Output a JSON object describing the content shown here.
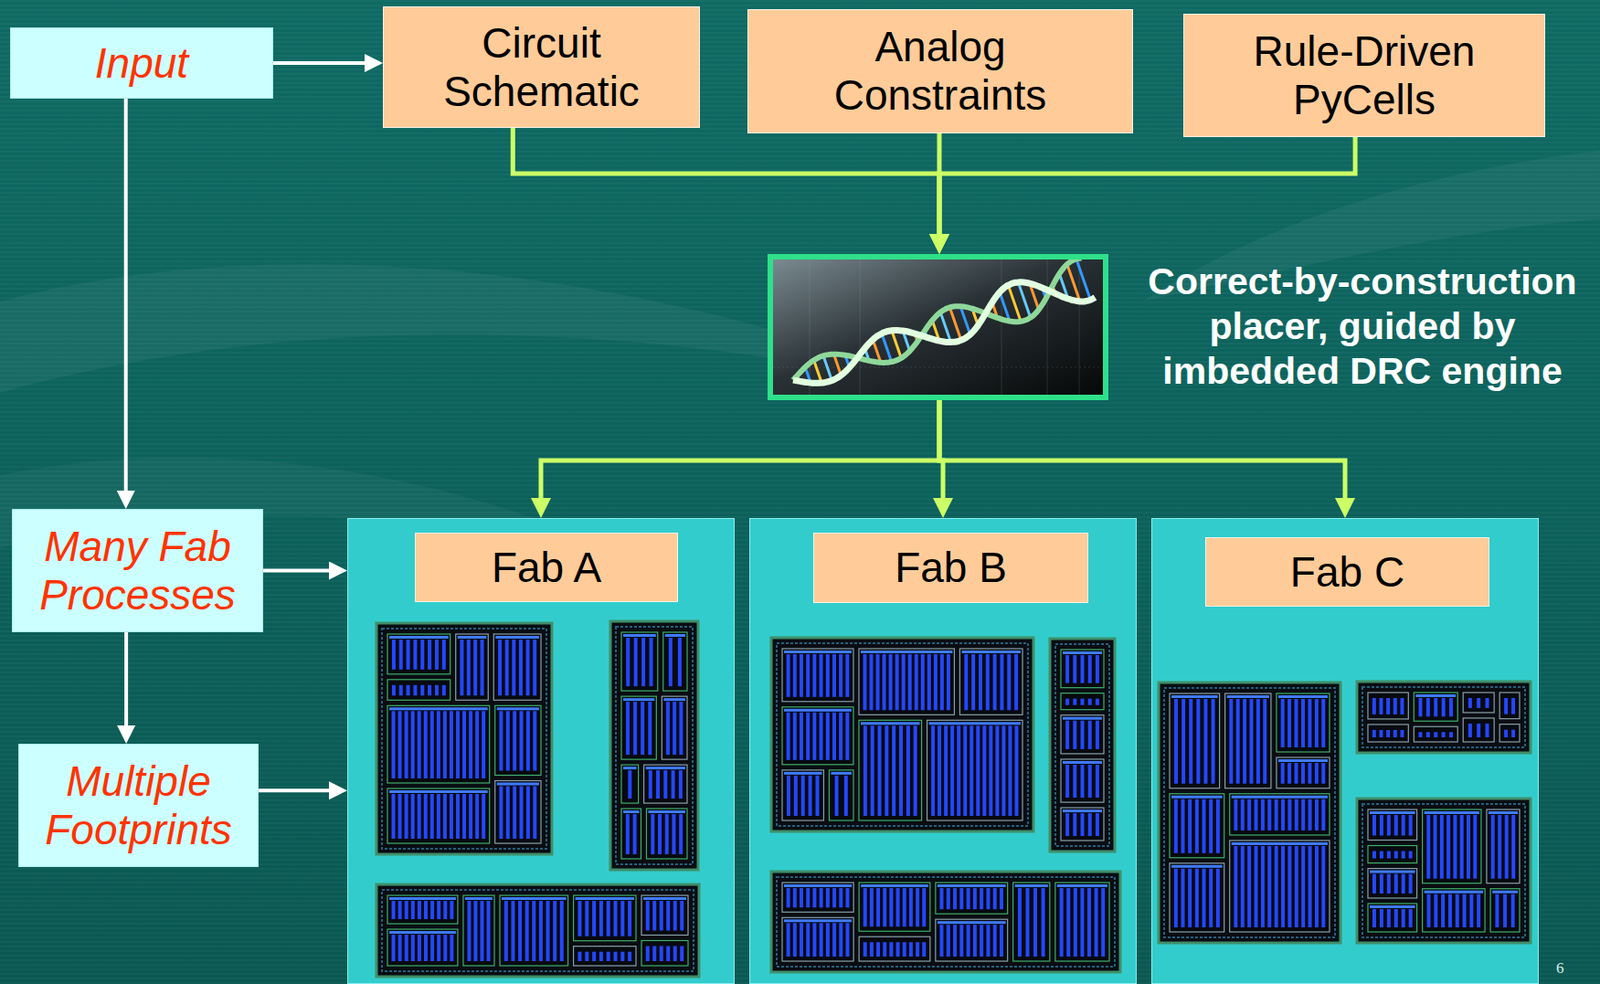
{
  "diagram": {
    "nodes": [
      {
        "text": [
          "Input"
        ]
      },
      {
        "text": [
          "Circuit Schematic"
        ]
      },
      {
        "text": [
          "Analog Constraints"
        ]
      },
      {
        "text": [
          "Rule-Driven PyCells"
        ]
      },
      {
        "text": [
          "Correct-by-construction placer, guided by imbedded DRC engine"
        ]
      },
      {
        "text": [
          "Many Fab Processes"
        ]
      },
      {
        "text": [
          "Fab A"
        ]
      },
      {
        "text": [
          "Fab B"
        ]
      },
      {
        "text": [
          "Fab C"
        ]
      },
      {
        "text": [
          "Multiple Footprints"
        ]
      }
    ],
    "edges": [
      {
        "from": 0,
        "to": 1,
        "arrow": "to"
      },
      {
        "from": 1,
        "to": 4,
        "arrow": "to"
      },
      {
        "from": 2,
        "to": 4,
        "arrow": "to"
      },
      {
        "from": 3,
        "to": 4,
        "arrow": "to"
      },
      {
        "from": 4,
        "to": 6,
        "arrow": "to"
      },
      {
        "from": 4,
        "to": 7,
        "arrow": "to"
      },
      {
        "from": 4,
        "to": 8,
        "arrow": "to"
      },
      {
        "from": 0,
        "to": 5,
        "arrow": "to"
      },
      {
        "from": 5,
        "to": 6,
        "arrow": "to"
      },
      {
        "from": 5,
        "to": 9,
        "arrow": "to"
      },
      {
        "from": 9,
        "to": 6,
        "arrow": "to"
      }
    ],
    "labels": [
      "6"
    ]
  }
}
